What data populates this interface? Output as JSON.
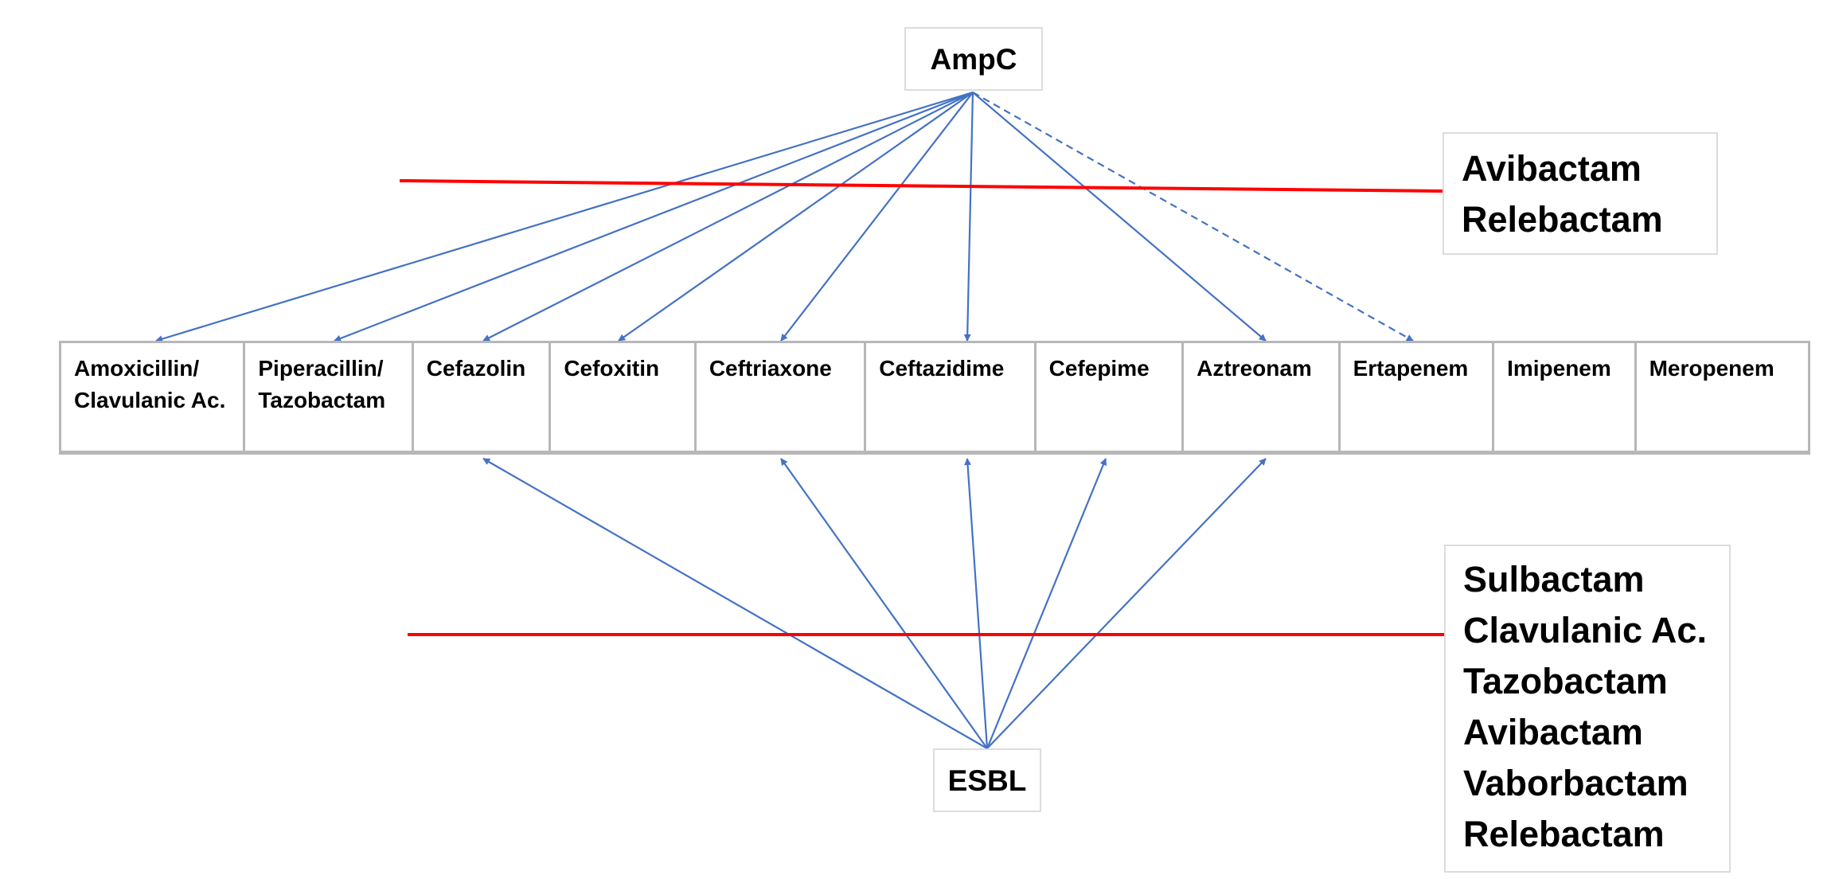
{
  "nodes": {
    "ampc": "AmpC",
    "esbl": "ESBL"
  },
  "inhibitors": {
    "ampc": [
      "Avibactam",
      "Relebactam"
    ],
    "esbl": [
      "Sulbactam",
      "Clavulanic Ac.",
      "Tazobactam",
      "Avibactam",
      "Vaborbactam",
      "Relebactam"
    ]
  },
  "drugs": [
    "Amoxicillin/\nClavulanic Ac.",
    "Piperacillin/\nTazobactam",
    "Cefazolin",
    "Cefoxitin",
    "Ceftriaxone",
    "Ceftazidime",
    "Cefepime",
    "Aztreonam",
    "Ertapenem",
    "Imipenem",
    "Meropenem"
  ],
  "relations": {
    "ampc_targets": [
      "Amoxicillin/\nClavulanic Ac.",
      "Piperacillin/\nTazobactam",
      "Cefazolin",
      "Cefoxitin",
      "Ceftriaxone",
      "Ceftazidime",
      "Aztreonam"
    ],
    "ampc_weak_targets": [
      "Ertapenem"
    ],
    "esbl_targets": [
      "Cefazolin",
      "Ceftriaxone",
      "Ceftazidime",
      "Cefepime",
      "Aztreonam"
    ]
  },
  "colors": {
    "arrow": "#4472c4",
    "inhibition_line": "#ff0000",
    "cell_border": "#b7b7b7"
  }
}
